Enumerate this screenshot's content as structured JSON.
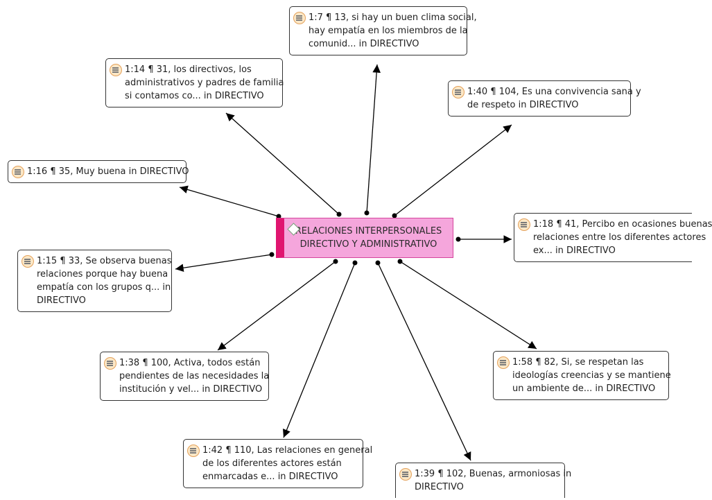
{
  "code": {
    "line1": "RELACIONES INTERPERSONALES",
    "line2": "DIRECTIVO Y ADMINISTRATIVO",
    "icon": "code-diamond-icon"
  },
  "quote_icon": "quotation-icon",
  "quotes": [
    {
      "id": "q_1_7",
      "lines": [
        "1:7 ¶ 13, si hay un buen clima social,",
        "hay empatía en los miembros de la",
        "comunid... in DIRECTIVO"
      ]
    },
    {
      "id": "q_1_14",
      "lines": [
        "1:14 ¶ 31, los directivos, los",
        "administrativos y padres de familia",
        "si contamos co... in DIRECTIVO"
      ]
    },
    {
      "id": "q_1_40",
      "lines": [
        "1:40 ¶ 104, Es una convivencia sana y",
        "de respeto in DIRECTIVO"
      ]
    },
    {
      "id": "q_1_16",
      "lines": [
        "1:16 ¶ 35, Muy buena in DIRECTIVO"
      ]
    },
    {
      "id": "q_1_18",
      "lines": [
        "1:18 ¶ 41, Percibo en ocasiones buenas",
        "relaciones entre los diferentes actores",
        "ex... in DIRECTIVO"
      ]
    },
    {
      "id": "q_1_15",
      "lines": [
        "1:15 ¶ 33, Se observa buenas",
        "relaciones porque hay buena",
        "empatía con los grupos q... in",
        "DIRECTIVO"
      ]
    },
    {
      "id": "q_1_38",
      "lines": [
        "1:38 ¶ 100, Activa, todos están",
        "pendientes de las necesidades la",
        "institución y vel... in DIRECTIVO"
      ]
    },
    {
      "id": "q_1_58",
      "lines": [
        "1:58 ¶ 82, Si, se respetan las",
        "ideologías creencias y se mantiene",
        "un ambiente de... in DIRECTIVO"
      ]
    },
    {
      "id": "q_1_42",
      "lines": [
        "1:42 ¶ 110, Las relaciones en general",
        "de los diferentes actores están",
        "enmarcadas e... in DIRECTIVO"
      ]
    },
    {
      "id": "q_1_39",
      "lines": [
        "1:39 ¶ 102, Buenas, armoniosas in",
        "DIRECTIVO"
      ]
    }
  ],
  "links": [
    {
      "from": "code",
      "to": "q_1_7"
    },
    {
      "from": "code",
      "to": "q_1_14"
    },
    {
      "from": "code",
      "to": "q_1_40"
    },
    {
      "from": "code",
      "to": "q_1_16"
    },
    {
      "from": "code",
      "to": "q_1_18"
    },
    {
      "from": "code",
      "to": "q_1_15"
    },
    {
      "from": "code",
      "to": "q_1_38"
    },
    {
      "from": "code",
      "to": "q_1_58"
    },
    {
      "from": "code",
      "to": "q_1_42"
    },
    {
      "from": "code",
      "to": "q_1_39"
    }
  ]
}
